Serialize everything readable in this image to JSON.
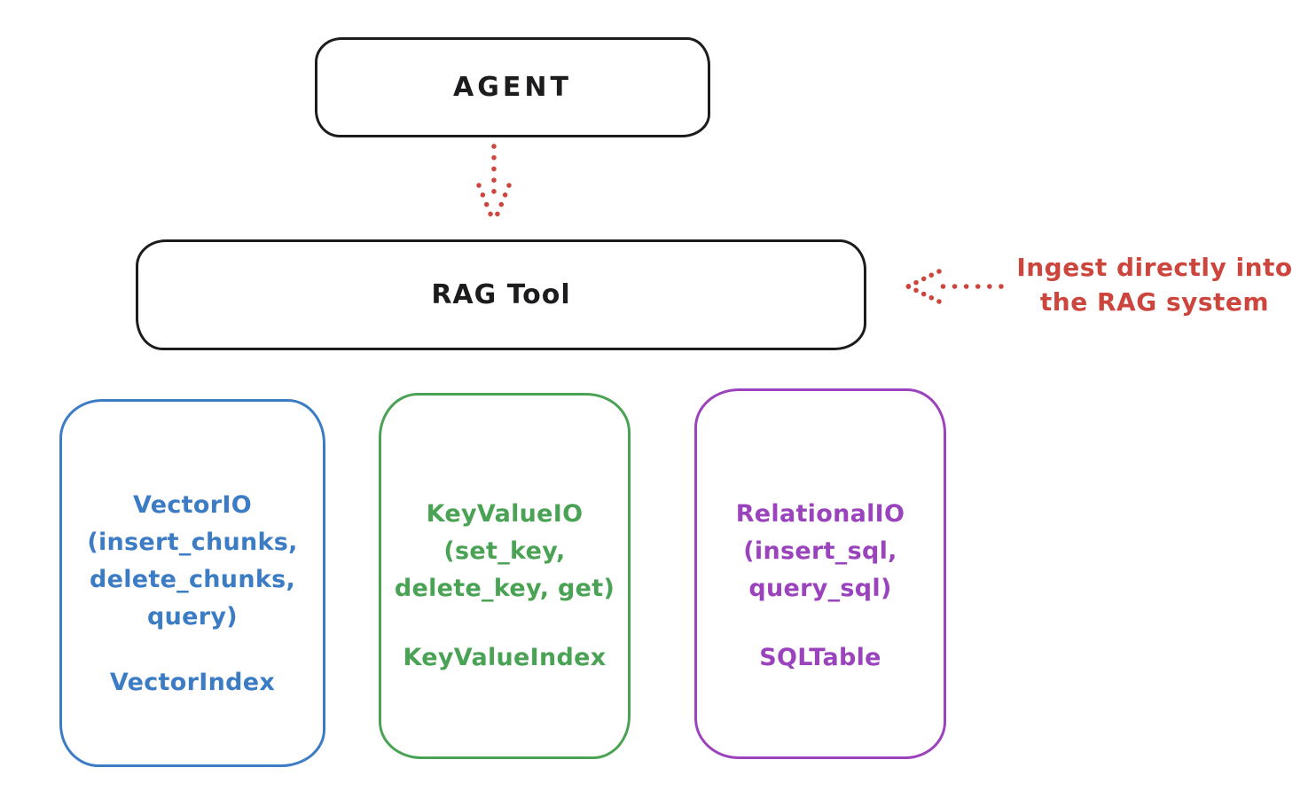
{
  "nodes": {
    "agent": {
      "label": "AGENT"
    },
    "rag_tool": {
      "label": "RAG Tool"
    }
  },
  "annotation": {
    "text_lines": [
      "Ingest directly into",
      "the RAG system"
    ],
    "color": "#cd463d"
  },
  "arrows": [
    {
      "name": "agent-to-rag-tool",
      "style": "dotted",
      "direction": "down",
      "color": "#cd463d"
    },
    {
      "name": "ingest-into-rag-tool",
      "style": "dotted",
      "direction": "left",
      "color": "#cd463d"
    }
  ],
  "backends": [
    {
      "name": "vector-io",
      "color": "#3c7cc4",
      "lines": [
        "VectorIO",
        "(insert_chunks,",
        "delete_chunks,",
        "query)"
      ],
      "index_label": "VectorIndex"
    },
    {
      "name": "key-value-io",
      "color": "#4aa355",
      "lines": [
        "KeyValueIO",
        "(set_key,",
        "delete_key, get)"
      ],
      "index_label": "KeyValueIndex"
    },
    {
      "name": "relational-io",
      "color": "#9b42bd",
      "lines": [
        "RelationalIO",
        "(insert_sql,",
        "query_sql)"
      ],
      "index_label": "SQLTable"
    }
  ],
  "colors": {
    "node_stroke": "#1c1c1e",
    "background": "#ffffff"
  }
}
